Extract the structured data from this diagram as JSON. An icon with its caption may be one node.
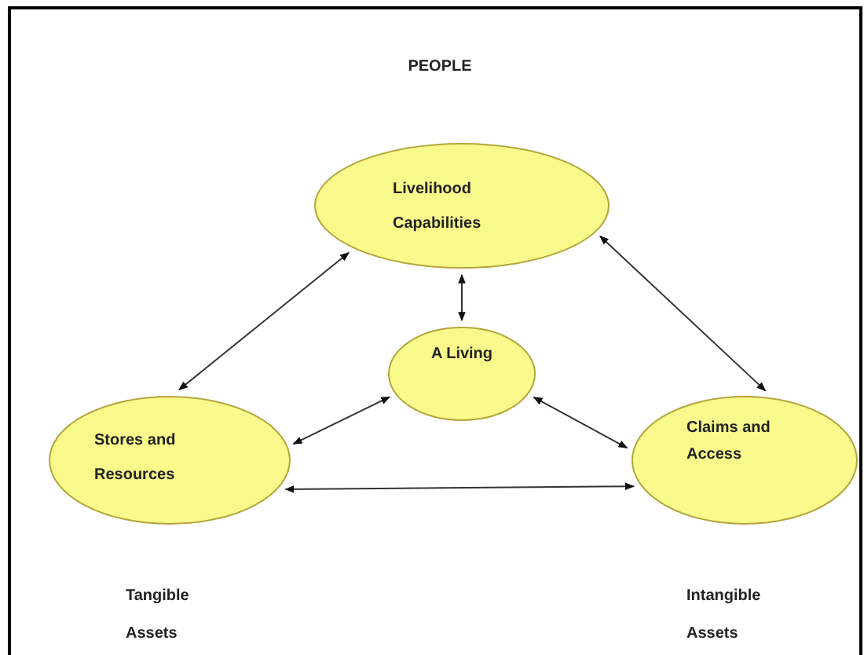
{
  "diagram": {
    "title": "PEOPLE",
    "nodes": [
      {
        "text": [
          "Livelihood Capabilities"
        ]
      },
      {
        "text": [
          "A Living"
        ]
      },
      {
        "text": [
          "Stores and Resources"
        ]
      },
      {
        "text": [
          "Claims and Access"
        ]
      }
    ],
    "edges": [
      {
        "from": 0,
        "to": 2,
        "arrow": "both"
      },
      {
        "from": 0,
        "to": 3,
        "arrow": "both"
      },
      {
        "from": 0,
        "to": 1,
        "arrow": "both"
      },
      {
        "from": 1,
        "to": 2,
        "arrow": "both"
      },
      {
        "from": 1,
        "to": 3,
        "arrow": "both"
      },
      {
        "from": 2,
        "to": 3,
        "arrow": "both"
      }
    ],
    "labels": [
      "Tangible Assets",
      "Intangible Assets"
    ]
  }
}
